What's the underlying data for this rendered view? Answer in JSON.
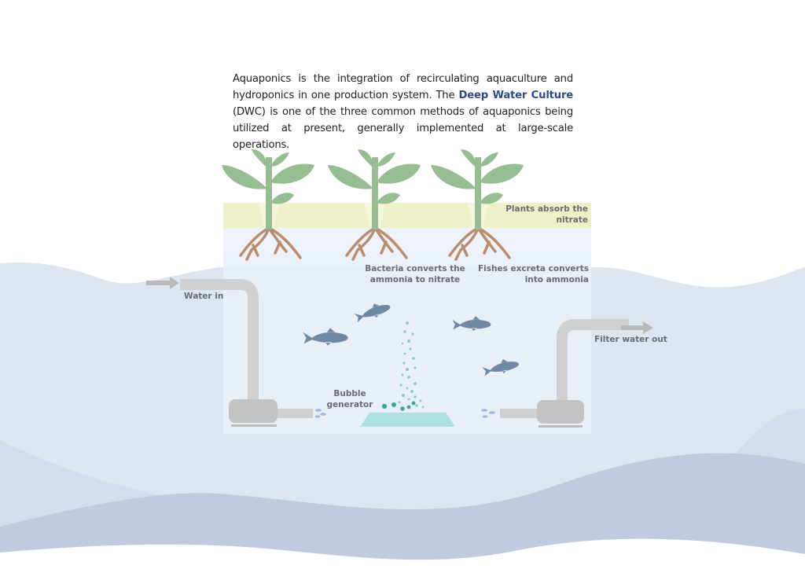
{
  "intro": {
    "part1": "Aquaponics is the integration of recirculating aquaculture and hydroponics in one production system. The ",
    "highlight": "Deep Water Culture",
    "part2": " (DWC) is one of the three common methods of aquaponics being utilized at present, generally implemented at large-scale operations."
  },
  "labels": {
    "plants_absorb_1": "Plants absorb the",
    "plants_absorb_2": "nitrate",
    "bacteria_1": "Bacteria converts the",
    "bacteria_2": "ammonia to nitrate",
    "fishes_1": "Fishes excreta converts",
    "fishes_2": "into ammonia",
    "water_in": "Water in",
    "filter_out": "Filter water out",
    "bubble_1": "Bubble",
    "bubble_2": "generator"
  },
  "colors": {
    "highlight": "#2e4a8c",
    "plant": "#97bd93",
    "root": "#b98d6e",
    "fish": "#6f89a3",
    "bubble": "#5fc2b4",
    "nitrate_band": "#eef0c8",
    "tank": "#eaf0f8",
    "pipe": "#d0d0d0",
    "pump": "#c3c3c3"
  }
}
